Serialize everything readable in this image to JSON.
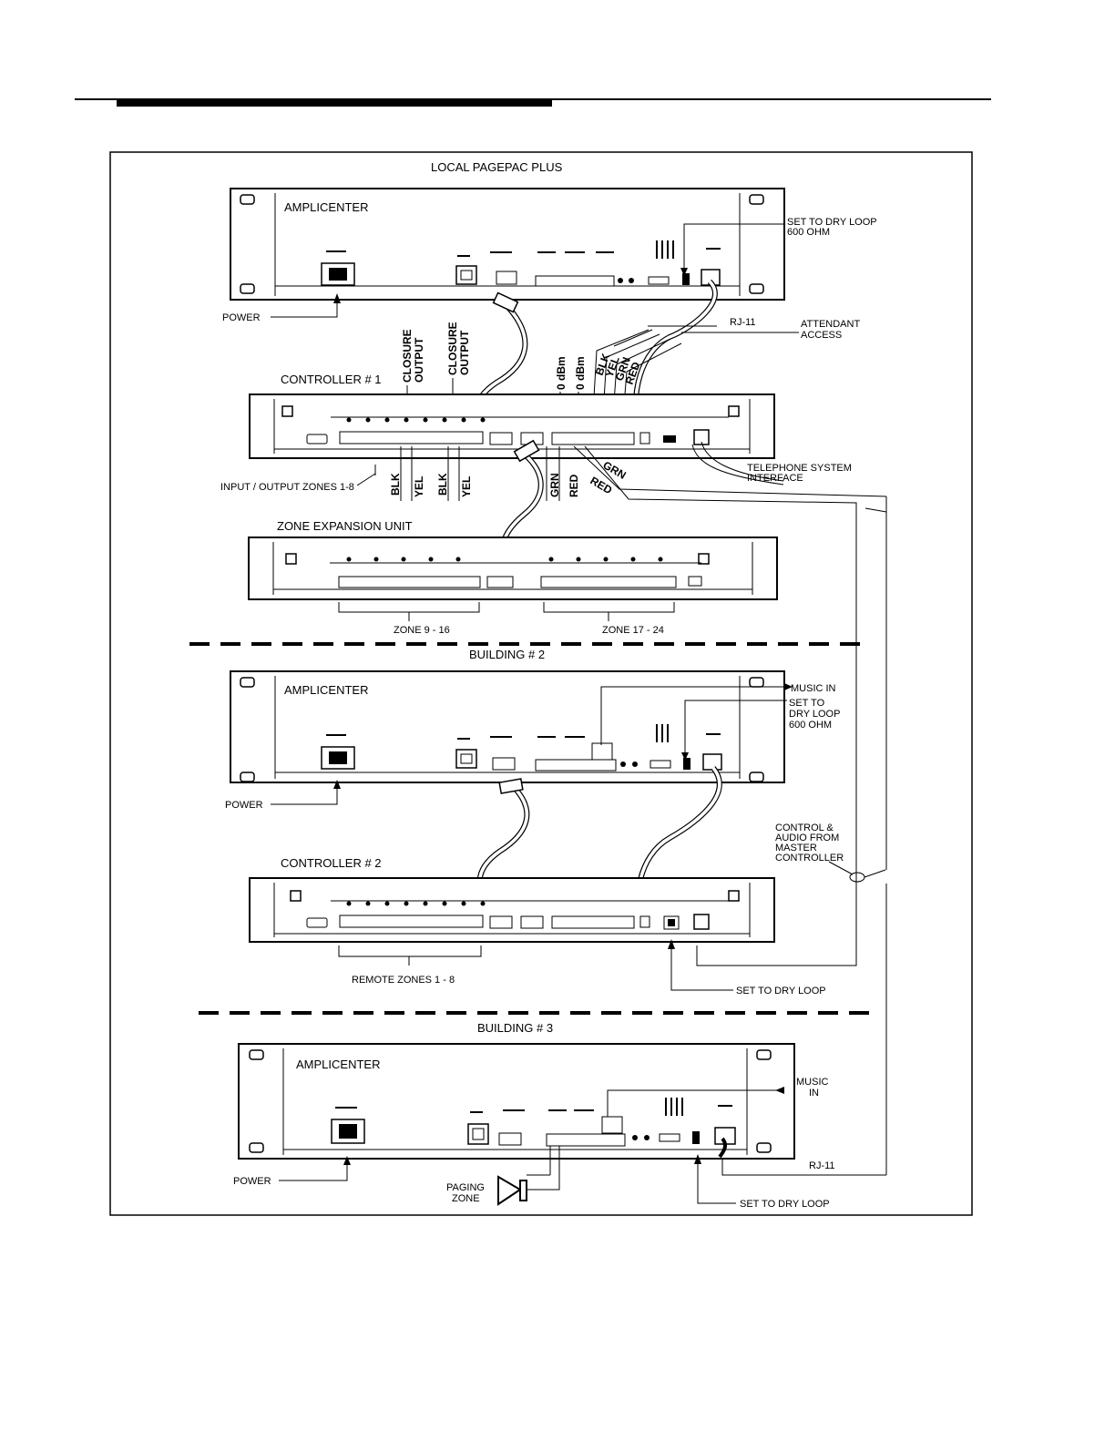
{
  "local": {
    "title": "LOCAL PAGEPAC PLUS",
    "amplicenter": "AMPLICENTER",
    "power": "POWER",
    "set_to_dry_loop_600": [
      "SET TO DRY LOOP",
      "600 OHM"
    ],
    "rj11": "RJ-11",
    "attendant_access": [
      "ATTENDANT",
      "ACCESS"
    ],
    "controller1": "CONTROLLER # 1",
    "closure_output": [
      "CLOSURE",
      "OUTPUT"
    ],
    "zero_dbm": "0 dBm",
    "wire_colors": [
      "BLK",
      "YEL",
      "GRN",
      "RED"
    ],
    "telephone_system_interface": [
      "TELEPHONE SYSTEM",
      "INTERFACE"
    ],
    "io_zones": "INPUT / OUTPUT ZONES 1-8",
    "zone_expansion_unit": "ZONE EXPANSION UNIT",
    "zone_9_16": "ZONE 9 - 16",
    "zone_17_24": "ZONE 17 - 24"
  },
  "building2": {
    "title": "BUILDING # 2",
    "amplicenter": "AMPLICENTER",
    "music_in": "MUSIC IN",
    "set_to_dry_loop_600": [
      "SET TO",
      "DRY LOOP",
      "600 OHM"
    ],
    "power": "POWER",
    "control_audio": [
      "CONTROL &",
      "AUDIO FROM",
      "MASTER",
      "CONTROLLER"
    ],
    "controller2": "CONTROLLER # 2",
    "remote_zones": "REMOTE ZONES 1 - 8",
    "set_to_dry_loop": "SET TO DRY LOOP"
  },
  "building3": {
    "title": "BUILDING # 3",
    "amplicenter": "AMPLICENTER",
    "music_in": [
      "MUSIC",
      "IN"
    ],
    "rj11": "RJ-11",
    "power": "POWER",
    "paging_zone": [
      "PAGING",
      "ZONE"
    ],
    "set_to_dry_loop": "SET TO DRY LOOP"
  }
}
